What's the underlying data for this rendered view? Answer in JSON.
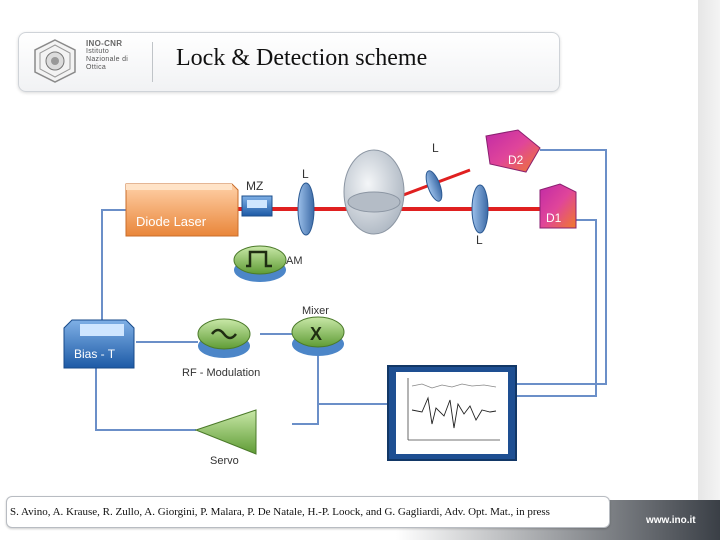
{
  "header": {
    "org_name": "INO-CNR",
    "org_line1": "Istituto",
    "org_line2": "Nazionale di",
    "org_line3": "Ottica",
    "title": "Lock & Detection scheme"
  },
  "diagram": {
    "laser_label": "Diode Laser",
    "mz_label": "MZ",
    "lens_label_1": "L",
    "lens_label_2": "L",
    "lens_label_3": "L",
    "detector_1_label": "D1",
    "detector_2_label": "D2",
    "am_label": "AM",
    "mixer_label": "Mixer",
    "mixer_symbol": "X",
    "bias_label": "Bias - T",
    "rf_label": "RF - Modulation",
    "servo_label": "Servo"
  },
  "citation": "S. Avino, A. Krause, R. Zullo, A. Giorgini, P. Malara, P. De Natale, H.-P. Loock, and G. Gagliardi, Adv. Opt. Mat., in press",
  "footer": {
    "url": "www.ino.it"
  },
  "colors": {
    "laser_orange": "#f2a25c",
    "beam_red": "#e02020",
    "lens_blue": "#4f7fb8",
    "green_module": "#7ab648",
    "bias_blue": "#2f74c0",
    "wire_blue": "#6b8fc8"
  }
}
